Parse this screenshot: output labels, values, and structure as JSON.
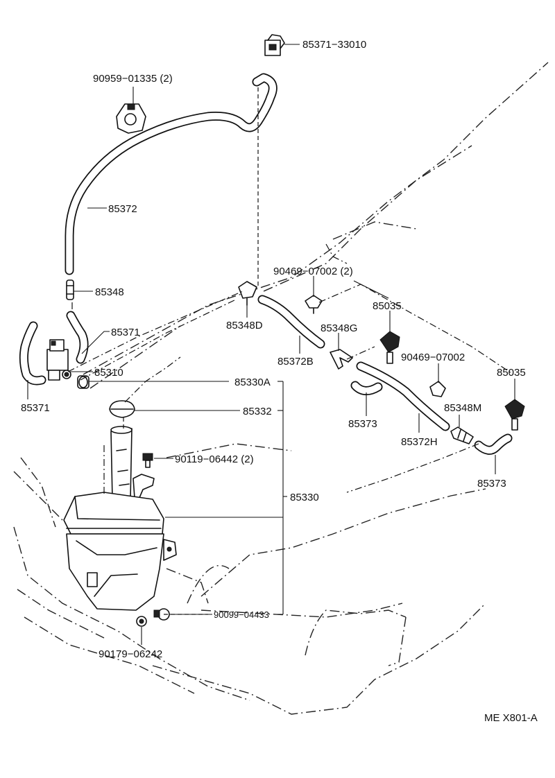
{
  "diagram": {
    "code": "ME X801-A",
    "parts": {
      "p85371_33010": "85371−33010",
      "p90959_01335": "90959−01335 (2)",
      "p85372": "85372",
      "p85348": "85348",
      "p85371_a": "85371",
      "p85310": "85310",
      "p85371_b": "85371",
      "p85348D": "85348D",
      "p90469_07002_2": "90469−07002 (2)",
      "p85035_a": "85035",
      "p85348G": "85348G",
      "p85372B": "85372B",
      "p90469_07002": "90469−07002",
      "p85035_b": "85035",
      "p85330A": "85330A",
      "p85332": "85332",
      "p85373_a": "85373",
      "p85348M": "85348M",
      "p85372H": "85372H",
      "p90119_06442": "90119−06442 (2)",
      "p85373_b": "85373",
      "p85330": "85330",
      "p90099_04433": "90099−04433",
      "p90179_06242": "90179−06242"
    }
  }
}
